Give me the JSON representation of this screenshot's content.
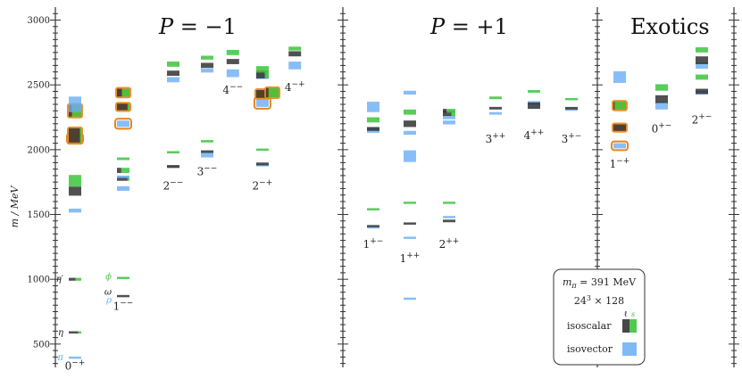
{
  "chart_data": {
    "type": "spectrum",
    "ylabel": "m / MeV",
    "yticks": [
      500,
      1000,
      1500,
      2000,
      2500,
      3000
    ],
    "ylim": [
      320,
      3100
    ],
    "panels": [
      {
        "title": "P = −1",
        "jpc_labels": [
          {
            "text": "0−+",
            "sup": "−+",
            "base": "0",
            "x": 0,
            "y": 330
          },
          {
            "text": "1−−",
            "base": "1",
            "sup": "−−",
            "x": 1,
            "y": 790
          },
          {
            "text": "2−−",
            "base": "2",
            "sup": "−−",
            "x": 2,
            "y": 1720
          },
          {
            "text": "3−−",
            "base": "3",
            "sup": "−−",
            "x": 3,
            "y": 1830
          },
          {
            "text": "4−−",
            "base": "4",
            "sup": "−−",
            "x": 3.8,
            "y": 2460
          },
          {
            "text": "2−+",
            "base": "2",
            "sup": "−+",
            "x": 4.7,
            "y": 1720
          },
          {
            "text": "4−+",
            "base": "4",
            "sup": "−+",
            "x": 5.6,
            "y": 2480
          }
        ]
      },
      {
        "title": "P = +1",
        "jpc_labels": [
          {
            "text": "1+−",
            "base": "1",
            "sup": "+−",
            "x": 0,
            "y": 1270
          },
          {
            "text": "1++",
            "base": "1",
            "sup": "++",
            "x": 1,
            "y": 1160
          },
          {
            "text": "2++",
            "base": "2",
            "sup": "++",
            "x": 2,
            "y": 1270
          },
          {
            "text": "3++",
            "base": "3",
            "sup": "++",
            "x": 3,
            "y": 2080
          },
          {
            "text": "4++",
            "base": "4",
            "sup": "++",
            "x": 4,
            "y": 2110
          },
          {
            "text": "3+−",
            "base": "3",
            "sup": "+−",
            "x": 5,
            "y": 2080
          }
        ]
      },
      {
        "title": "Exotics",
        "jpc_labels": [
          {
            "text": "1−+",
            "base": "1",
            "sup": "−+",
            "x": 0,
            "y": 1890
          },
          {
            "text": "0+−",
            "base": "0",
            "sup": "+−",
            "x": 1,
            "y": 2160
          },
          {
            "text": "2+−",
            "base": "2",
            "sup": "+−",
            "x": 2,
            "y": 2230
          }
        ]
      }
    ],
    "annotations": [
      {
        "text": "π",
        "color": "#6aaef5",
        "x": 0,
        "y": 395
      },
      {
        "text": "η",
        "color": "#222222",
        "x": 0,
        "y": 590
      },
      {
        "text": "η′",
        "color": "#222222",
        "x": 0,
        "y": 1000
      },
      {
        "text": "ϕ",
        "color": "#55cc55",
        "x": 1,
        "y": 1020
      },
      {
        "text": "ω",
        "color": "#222222",
        "x": 1,
        "y": 900
      },
      {
        "text": "ρ",
        "color": "#6aaef5",
        "x": 1,
        "y": 840
      }
    ],
    "legend": {
      "mpi": "mπ = 391 MeV",
      "mpi_base": "m",
      "mpi_sub": "π",
      "mpi_rest": " = 391 MeV",
      "volume": "24³ × 128",
      "volume_base": "24",
      "volume_sup": "3",
      "volume_rest": " × 128",
      "flavor_label": "ℓ s",
      "flavor_l": "ℓ",
      "flavor_s": "s",
      "isoscalar": "isoscalar",
      "isovector": "isovector",
      "placement": "bottom-right"
    },
    "colors": {
      "isovector": "#6aaef5",
      "light": "#333333",
      "strange": "#3cc43c",
      "highlight": "#e8851a"
    },
    "states": [
      {
        "panel": 0,
        "x": 0,
        "type": "isovector",
        "m": 395,
        "h": 8
      },
      {
        "panel": 0,
        "x": 0,
        "type": "isoscalar",
        "m": 590,
        "h": 8,
        "mix": 0.75
      },
      {
        "panel": 0,
        "x": 0,
        "type": "isoscalar",
        "m": 1000,
        "h": 22,
        "mix": 0.55
      },
      {
        "panel": 0,
        "x": 0,
        "type": "isovector",
        "m": 1530,
        "h": 30
      },
      {
        "panel": 0,
        "x": 0,
        "type": "isoscalar",
        "m": 1680,
        "h": 70,
        "mix": 1.0
      },
      {
        "panel": 0,
        "x": 0,
        "type": "isoscalar",
        "m": 1760,
        "h": 90,
        "mix": 0.0
      },
      {
        "panel": 0,
        "x": 0,
        "type": "isovector",
        "m": 2085,
        "h": 50,
        "hl": true
      },
      {
        "panel": 0,
        "x": 0,
        "type": "isoscalar",
        "m": 2110,
        "h": 110,
        "mix": 0.9,
        "hl": true
      },
      {
        "panel": 0,
        "x": 0,
        "type": "isoscalar",
        "m": 2300,
        "h": 90,
        "mix": 0.25,
        "hl": true
      },
      {
        "panel": 0,
        "x": 0,
        "type": "isovector",
        "m": 2350,
        "h": 120
      },
      {
        "panel": 1,
        "x": 1,
        "type": "isovector",
        "m": 850,
        "h": 8
      },
      {
        "panel": 0,
        "x": 1,
        "type": "isoscalar",
        "m": 870,
        "h": 8,
        "mix": 1.0
      },
      {
        "panel": 0,
        "x": 1,
        "type": "isoscalar",
        "m": 1010,
        "h": 8,
        "mix": 0.0
      },
      {
        "panel": 0,
        "x": 1,
        "type": "isovector",
        "m": 1700,
        "h": 36
      },
      {
        "panel": 0,
        "x": 1,
        "type": "isoscalar",
        "m": 1775,
        "h": 30,
        "mix": 0.85
      },
      {
        "panel": 0,
        "x": 1,
        "type": "isovector",
        "m": 1790,
        "h": 20
      },
      {
        "panel": 0,
        "x": 1,
        "type": "isoscalar",
        "m": 1840,
        "h": 40,
        "mix": 0.35
      },
      {
        "panel": 0,
        "x": 1,
        "type": "isoscalar",
        "m": 1930,
        "h": 20,
        "mix": 0.0
      },
      {
        "panel": 0,
        "x": 1,
        "type": "isovector",
        "m": 2200,
        "h": 50,
        "hl": true
      },
      {
        "panel": 0,
        "x": 1,
        "type": "isoscalar",
        "m": 2330,
        "h": 50,
        "mix": 0.85,
        "hl": true
      },
      {
        "panel": 0,
        "x": 1,
        "type": "isovector",
        "m": 2440,
        "h": 50
      },
      {
        "panel": 0,
        "x": 1,
        "type": "isoscalar",
        "m": 2440,
        "h": 60,
        "mix": 0.4,
        "hl": true
      },
      {
        "panel": 0,
        "x": 2,
        "type": "isovector",
        "m": 1870,
        "h": 18
      },
      {
        "panel": 0,
        "x": 2,
        "type": "isoscalar",
        "m": 1870,
        "h": 22,
        "mix": 1.0
      },
      {
        "panel": 0,
        "x": 2,
        "type": "isoscalar",
        "m": 1980,
        "h": 18,
        "mix": 0.0
      },
      {
        "panel": 0,
        "x": 2,
        "type": "isovector",
        "m": 2540,
        "h": 40
      },
      {
        "panel": 0,
        "x": 2,
        "type": "isoscalar",
        "m": 2590,
        "h": 40,
        "mix": 1.0
      },
      {
        "panel": 0,
        "x": 2,
        "type": "isoscalar",
        "m": 2660,
        "h": 40,
        "mix": 0.0
      },
      {
        "panel": 0,
        "x": 3,
        "type": "isovector",
        "m": 1960,
        "h": 40
      },
      {
        "panel": 0,
        "x": 3,
        "type": "isoscalar",
        "m": 1985,
        "h": 20,
        "mix": 1.0
      },
      {
        "panel": 0,
        "x": 3,
        "type": "isoscalar",
        "m": 2065,
        "h": 18,
        "mix": 0.0
      },
      {
        "panel": 0,
        "x": 3,
        "type": "isovector",
        "m": 2610,
        "h": 30
      },
      {
        "panel": 0,
        "x": 3,
        "type": "isoscalar",
        "m": 2650,
        "h": 40,
        "mix": 1.0
      },
      {
        "panel": 0,
        "x": 3,
        "type": "isoscalar",
        "m": 2710,
        "h": 30,
        "mix": 0.0
      },
      {
        "panel": 0,
        "x": 3.8,
        "type": "isovector",
        "m": 2590,
        "h": 60
      },
      {
        "panel": 0,
        "x": 3.8,
        "type": "isoscalar",
        "m": 2680,
        "h": 40,
        "mix": 1.0
      },
      {
        "panel": 0,
        "x": 3.8,
        "type": "isoscalar",
        "m": 2750,
        "h": 40,
        "mix": 0.0
      },
      {
        "panel": 0,
        "x": 4.7,
        "type": "isovector",
        "m": 1880,
        "h": 18
      },
      {
        "panel": 0,
        "x": 4.7,
        "type": "isoscalar",
        "m": 1890,
        "h": 22,
        "mix": 1.0
      },
      {
        "panel": 0,
        "x": 4.7,
        "type": "isoscalar",
        "m": 2000,
        "h": 16,
        "mix": 0.0
      },
      {
        "panel": 0,
        "x": 4.7,
        "type": "isovector",
        "m": 2360,
        "h": 60,
        "hl": true
      },
      {
        "panel": 0,
        "x": 4.7,
        "type": "isoscalar",
        "m": 2430,
        "h": 60,
        "mix": 0.85,
        "hl": true
      },
      {
        "panel": 0,
        "x": 4.7,
        "type": "isovector",
        "m": 2570,
        "h": 50
      },
      {
        "panel": 0,
        "x": 4.7,
        "type": "isoscalar",
        "m": 2580,
        "h": 60,
        "mix": 0.7
      },
      {
        "panel": 0,
        "x": 4.7,
        "type": "isoscalar",
        "m": 2620,
        "h": 50,
        "mix": 0.0
      },
      {
        "panel": 0,
        "x": 5.0,
        "type": "isoscalar",
        "m": 2440,
        "h": 70,
        "mix": 0.2,
        "hl": true
      },
      {
        "panel": 0,
        "x": 5.6,
        "type": "isovector",
        "m": 2650,
        "h": 60
      },
      {
        "panel": 0,
        "x": 5.6,
        "type": "isoscalar",
        "m": 2740,
        "h": 40,
        "mix": 1.0
      },
      {
        "panel": 0,
        "x": 5.6,
        "type": "isoscalar",
        "m": 2780,
        "h": 30,
        "mix": 0.0
      },
      {
        "panel": 1,
        "x": 0,
        "type": "isovector",
        "m": 1400,
        "h": 16
      },
      {
        "panel": 1,
        "x": 0,
        "type": "isoscalar",
        "m": 1410,
        "h": 16,
        "mix": 1.0
      },
      {
        "panel": 1,
        "x": 0,
        "type": "isoscalar",
        "m": 1540,
        "h": 12,
        "mix": 0.0
      },
      {
        "panel": 1,
        "x": 0,
        "type": "isovector",
        "m": 2150,
        "h": 40
      },
      {
        "panel": 1,
        "x": 0,
        "type": "isoscalar",
        "m": 2160,
        "h": 30,
        "mix": 1.0
      },
      {
        "panel": 1,
        "x": 0,
        "type": "isoscalar",
        "m": 2230,
        "h": 40,
        "mix": 0.0
      },
      {
        "panel": 1,
        "x": 0,
        "type": "isovector",
        "m": 2330,
        "h": 80
      },
      {
        "panel": 1,
        "x": 1,
        "type": "isovector",
        "m": 1320,
        "h": 14
      },
      {
        "panel": 1,
        "x": 1,
        "type": "isoscalar",
        "m": 1430,
        "h": 16,
        "mix": 1.0
      },
      {
        "panel": 1,
        "x": 1,
        "type": "isoscalar",
        "m": 1590,
        "h": 16,
        "mix": 0.0
      },
      {
        "panel": 1,
        "x": 1,
        "type": "isovector",
        "m": 1950,
        "h": 90
      },
      {
        "panel": 1,
        "x": 1,
        "type": "isovector",
        "m": 2130,
        "h": 30
      },
      {
        "panel": 1,
        "x": 1,
        "type": "isoscalar",
        "m": 2200,
        "h": 50,
        "mix": 1.0
      },
      {
        "panel": 1,
        "x": 1,
        "type": "isoscalar",
        "m": 2290,
        "h": 40,
        "mix": 0.0
      },
      {
        "panel": 1,
        "x": 1,
        "type": "isovector",
        "m": 2440,
        "h": 30
      },
      {
        "panel": 1,
        "x": 2,
        "type": "isovector",
        "m": 1480,
        "h": 12
      },
      {
        "panel": 1,
        "x": 2,
        "type": "isoscalar",
        "m": 1450,
        "h": 20,
        "mix": 1.0
      },
      {
        "panel": 1,
        "x": 2,
        "type": "isoscalar",
        "m": 1590,
        "h": 12,
        "mix": 0.0
      },
      {
        "panel": 1,
        "x": 2,
        "type": "isovector",
        "m": 2210,
        "h": 30
      },
      {
        "panel": 1,
        "x": 2,
        "type": "isovector",
        "m": 2250,
        "h": 30
      },
      {
        "panel": 1,
        "x": 2,
        "type": "isoscalar",
        "m": 2280,
        "h": 40,
        "mix": 0.7
      },
      {
        "panel": 1,
        "x": 2,
        "type": "isoscalar",
        "m": 2300,
        "h": 30,
        "mix": 0.3
      },
      {
        "panel": 1,
        "x": 3,
        "type": "isovector",
        "m": 2280,
        "h": 20
      },
      {
        "panel": 1,
        "x": 3,
        "type": "isoscalar",
        "m": 2320,
        "h": 20,
        "mix": 1.0
      },
      {
        "panel": 1,
        "x": 3,
        "type": "isoscalar",
        "m": 2400,
        "h": 20,
        "mix": 0.0
      },
      {
        "panel": 1,
        "x": 4,
        "type": "isovector",
        "m": 2360,
        "h": 30
      },
      {
        "panel": 1,
        "x": 4,
        "type": "isoscalar",
        "m": 2340,
        "h": 50,
        "mix": 1.0
      },
      {
        "panel": 1,
        "x": 4,
        "type": "isoscalar",
        "m": 2450,
        "h": 20,
        "mix": 0.0
      },
      {
        "panel": 1,
        "x": 5,
        "type": "isovector",
        "m": 2310,
        "h": 20
      },
      {
        "panel": 1,
        "x": 5,
        "type": "isoscalar",
        "m": 2320,
        "h": 20,
        "mix": 1.0
      },
      {
        "panel": 1,
        "x": 5,
        "type": "isoscalar",
        "m": 2390,
        "h": 16,
        "mix": 0.0
      },
      {
        "panel": 2,
        "x": 0,
        "type": "isovector",
        "m": 2030,
        "h": 40,
        "hl": true
      },
      {
        "panel": 2,
        "x": 0,
        "type": "isoscalar",
        "m": 2170,
        "h": 50,
        "mix": 1.0,
        "hl": true
      },
      {
        "panel": 2,
        "x": 0,
        "type": "isoscalar",
        "m": 2340,
        "h": 60,
        "mix": 0.1,
        "hl": true
      },
      {
        "panel": 2,
        "x": 0,
        "type": "isovector",
        "m": 2560,
        "h": 90
      },
      {
        "panel": 2,
        "x": 1,
        "type": "isovector",
        "m": 2340,
        "h": 60
      },
      {
        "panel": 2,
        "x": 1,
        "type": "isoscalar",
        "m": 2390,
        "h": 60,
        "mix": 1.0
      },
      {
        "panel": 2,
        "x": 1,
        "type": "isoscalar",
        "m": 2480,
        "h": 50,
        "mix": 0.0
      },
      {
        "panel": 2,
        "x": 2,
        "type": "isovector",
        "m": 2440,
        "h": 30
      },
      {
        "panel": 2,
        "x": 2,
        "type": "isoscalar",
        "m": 2450,
        "h": 40,
        "mix": 1.0
      },
      {
        "panel": 2,
        "x": 2,
        "type": "isoscalar",
        "m": 2560,
        "h": 40,
        "mix": 0.0
      },
      {
        "panel": 2,
        "x": 2,
        "type": "isovector",
        "m": 2650,
        "h": 50
      },
      {
        "panel": 2,
        "x": 2,
        "type": "isoscalar",
        "m": 2690,
        "h": 60,
        "mix": 1.0
      },
      {
        "panel": 2,
        "x": 2,
        "type": "isoscalar",
        "m": 2770,
        "h": 40,
        "mix": 0.0
      }
    ]
  }
}
